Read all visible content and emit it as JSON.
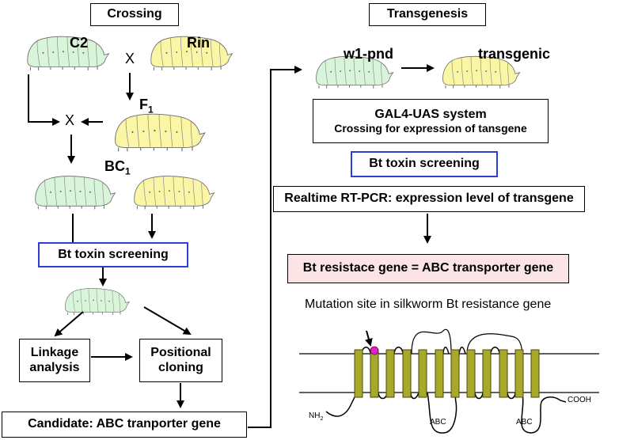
{
  "left": {
    "header": "Crossing",
    "parent1": "C2",
    "parent2": "Rin",
    "cross_symbol": "X",
    "f1_base": "F",
    "f1_sub": "1",
    "bc1_base": "BC",
    "bc1_sub": "1",
    "screening": "Bt toxin screening",
    "linkage_line1": "Linkage",
    "linkage_line2": "analysis",
    "positional_line1": "Positional",
    "positional_line2": "cloning",
    "candidate": "Candidate: ABC tranporter gene"
  },
  "right": {
    "header": "Transgenesis",
    "strain": "w1-pnd",
    "transgenic": "transgenic",
    "gal4_line1": "GAL4-UAS system",
    "gal4_line2": "Crossing for expression of tansgene",
    "screening": "Bt toxin screening",
    "rtpcr": "Realtime RT-PCR: expression level of transgene",
    "result": "Bt resistace gene = ABC transporter gene",
    "mutation_label": "Mutation site in silkworm Bt resistance gene",
    "nh2": "NH",
    "nh2_sub": "2",
    "cooh": "COOH",
    "abc1": "ABC",
    "abc2": "ABC"
  },
  "colors": {
    "green_larva": "#d9f5d9",
    "yellow_larva": "#fbf5a6",
    "helix": "#a8a82a",
    "mutation": "#e020c8",
    "blue_border": "#2b3fd6",
    "pink_box": "#fbe4e6"
  }
}
